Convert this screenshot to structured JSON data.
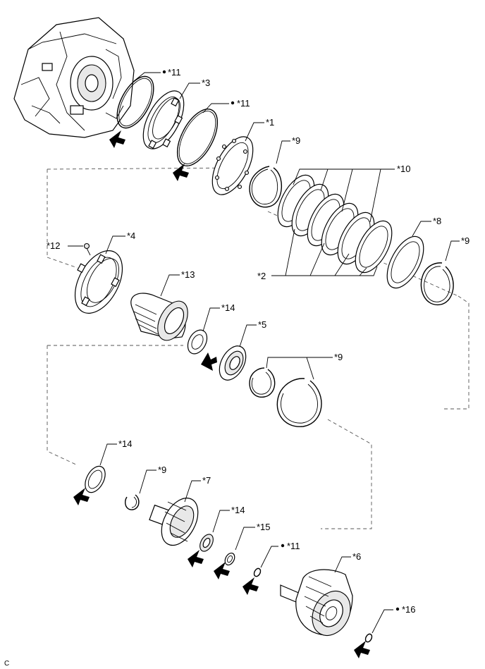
{
  "labels": {
    "c11_a": "*11",
    "c3": "*3",
    "c11_b": "*11",
    "c1": "*1",
    "c9_a": "*9",
    "c10": "*10",
    "c12": "*12",
    "c4": "*4",
    "c2": "*2",
    "c8": "*8",
    "c9_b": "*9",
    "c13": "*13",
    "c14_a": "*14",
    "c5": "*5",
    "c9_c": "*9",
    "c14_b": "*14",
    "c9_d": "*9",
    "c7": "*7",
    "c14_c": "*14",
    "c15": "*15",
    "c11_c": "*11",
    "c6": "*6",
    "c16": "*16"
  },
  "corner_code": "C"
}
